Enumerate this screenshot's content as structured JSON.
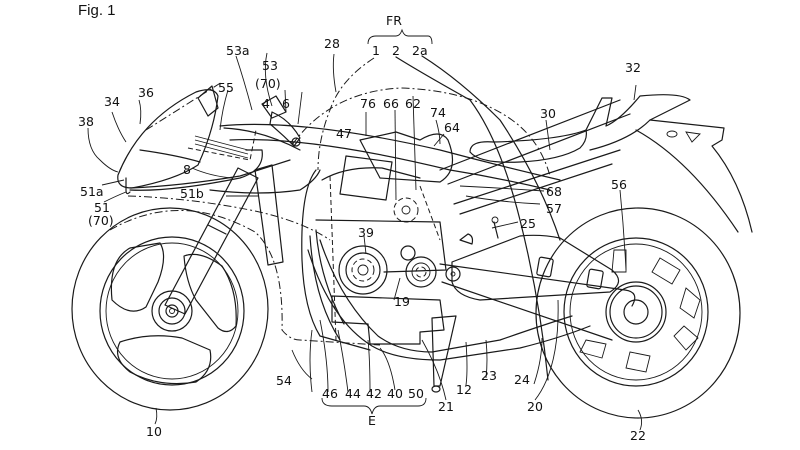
{
  "figure": {
    "title": "Fig. 1",
    "subject": "motorcycle side view (patent drawing)"
  },
  "groups": {
    "FR": {
      "label": "FR",
      "members": [
        "1",
        "2",
        "2a"
      ]
    },
    "E": {
      "label": "E",
      "members": [
        "46",
        "44",
        "42",
        "40",
        "50"
      ]
    }
  },
  "labels": {
    "l1": "1",
    "l2": "2",
    "l2a": "2a",
    "l4": "4",
    "l6": "6",
    "l8": "8",
    "l10": "10",
    "l12": "12",
    "l19": "19",
    "l20": "20",
    "l21": "21",
    "l22": "22",
    "l23": "23",
    "l24": "24",
    "l25": "25",
    "l28": "28",
    "l30": "30",
    "l32": "32",
    "l34": "34",
    "l36": "36",
    "l38": "38",
    "l39": "39",
    "l40": "40",
    "l42": "42",
    "l44": "44",
    "l46": "46",
    "l47": "47",
    "l50": "50",
    "l51": "51",
    "l51sub": "(70)",
    "l51a": "51a",
    "l51b": "51b",
    "l53": "53",
    "l53sub": "(70)",
    "l53a": "53a",
    "l54": "54",
    "l55": "55",
    "l56": "56",
    "l57": "57",
    "l62": "62",
    "l64": "64",
    "l66": "66",
    "l68": "68",
    "l74": "74",
    "l76": "76"
  }
}
